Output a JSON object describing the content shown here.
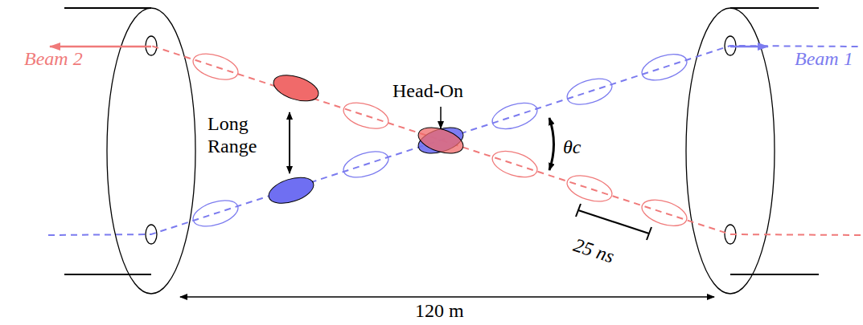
{
  "diagram": {
    "labels": [
      "Beam 2",
      "Beam 1",
      "Long Range",
      "Head-On",
      "θc",
      "25 ns",
      "120 m"
    ]
  }
}
